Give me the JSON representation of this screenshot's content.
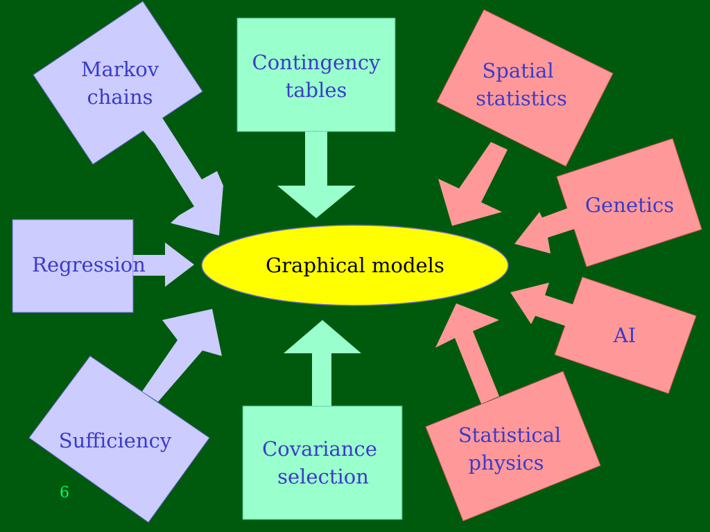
{
  "center": {
    "label": "Graphical models",
    "color": "#ffff00"
  },
  "topics": [
    {
      "id": "markov",
      "line1": "Markov",
      "line2": "chains",
      "color": "#ccccff"
    },
    {
      "id": "contingency",
      "line1": "Contingency",
      "line2": "tables",
      "color": "#99ffcc"
    },
    {
      "id": "spatial",
      "line1": "Spatial",
      "line2": "statistics",
      "color": "#ff9999"
    },
    {
      "id": "genetics",
      "line1": "Genetics",
      "color": "#ff9999"
    },
    {
      "id": "regression",
      "line1": "Regression",
      "color": "#ccccff"
    },
    {
      "id": "ai",
      "line1": "AI",
      "color": "#ff9999"
    },
    {
      "id": "sufficiency",
      "line1": "Sufficiency",
      "color": "#ccccff"
    },
    {
      "id": "covariance",
      "line1": "Covariance",
      "line2": "selection",
      "color": "#99ffcc"
    },
    {
      "id": "statphys",
      "line1": "Statistical",
      "line2": "physics",
      "color": "#ff9999"
    }
  ],
  "page_number": "6",
  "colors": {
    "background": "#005a0d",
    "label_text": "#3b3bc8",
    "page_number": "#00ff66"
  }
}
